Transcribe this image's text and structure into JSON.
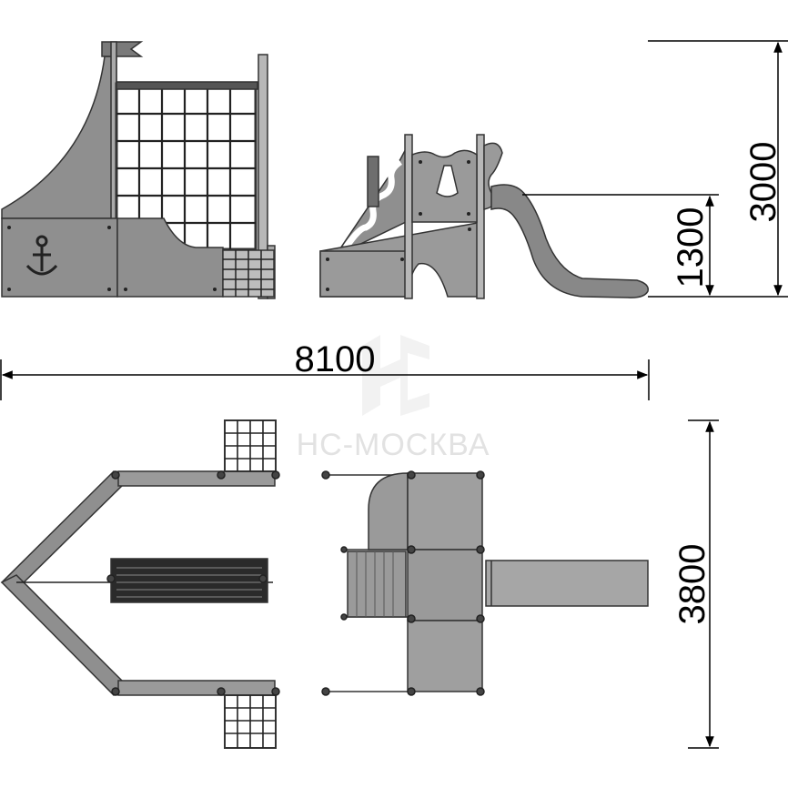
{
  "watermark": {
    "text": "НС-МОСКВА"
  },
  "dimensions": {
    "overall_width": "8100",
    "total_height": "3000",
    "platform_height": "1300",
    "overall_depth": "3800"
  },
  "colors": {
    "panel": "#8f8f8f",
    "panel_dark": "#6e6e6e",
    "slide": "#888888",
    "frame": "#333333",
    "watermark": "#e2e2e2"
  },
  "icons": {
    "anchor": "anchor-icon",
    "flag": "flag-icon",
    "logo": "hc-logo-icon"
  }
}
